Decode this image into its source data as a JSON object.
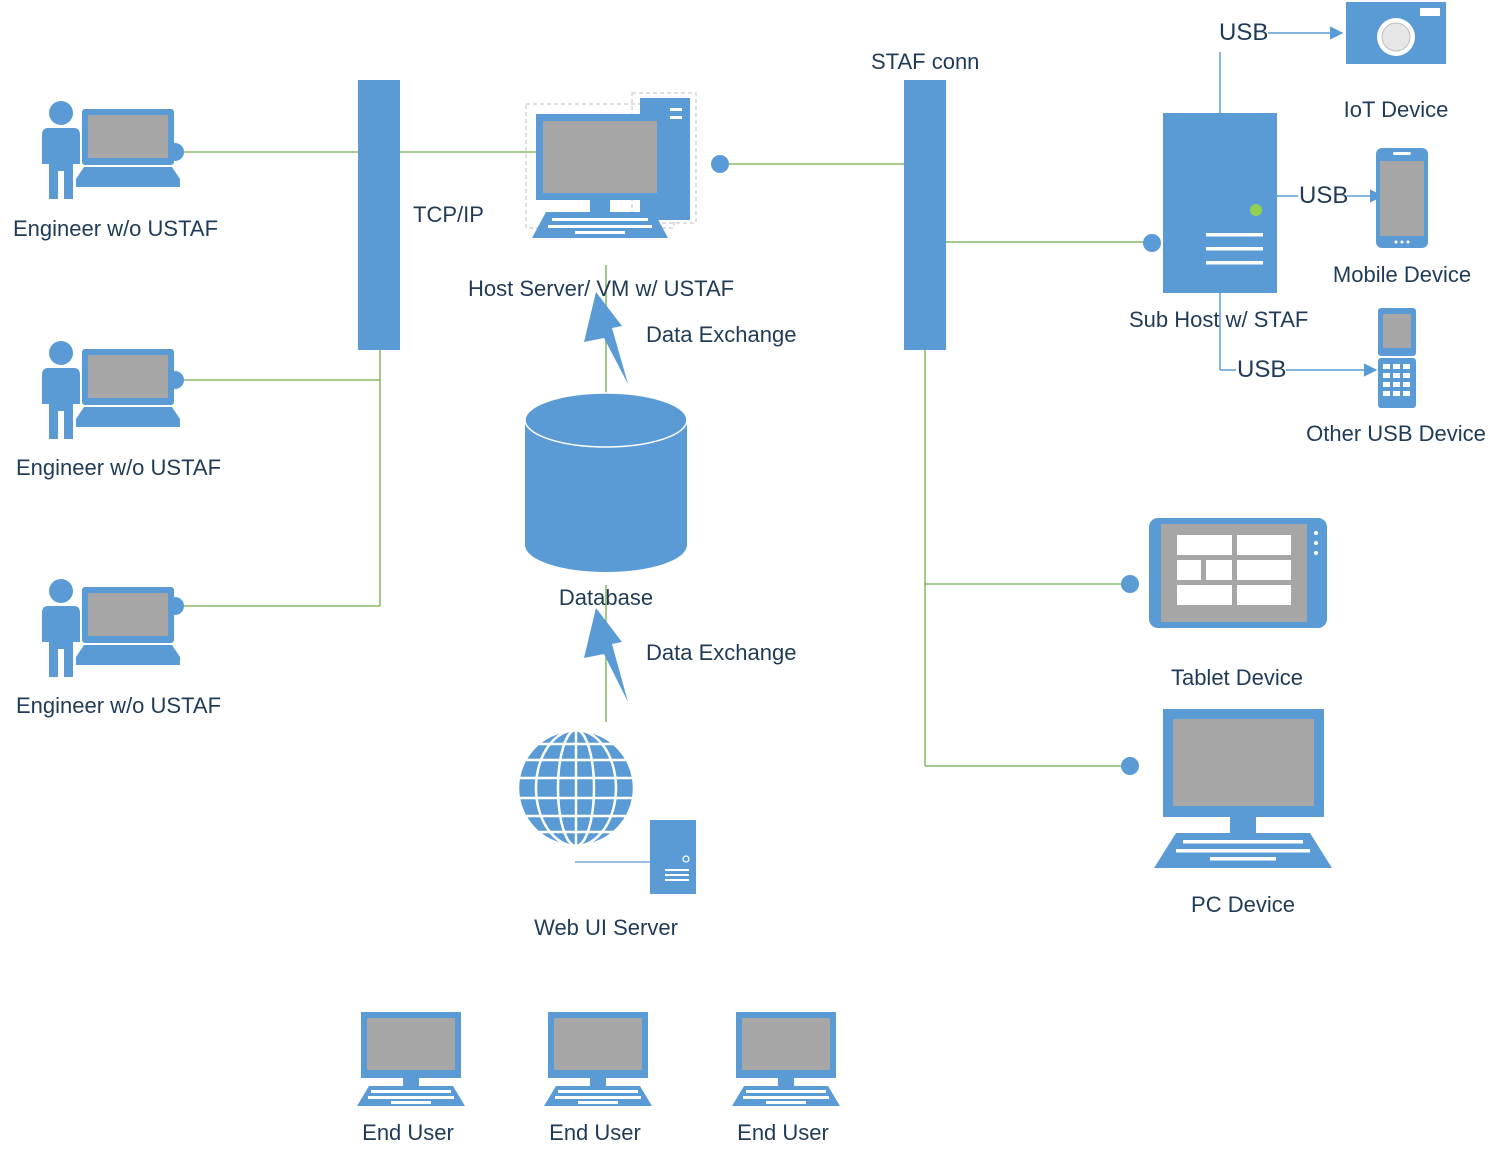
{
  "colors": {
    "device_blue": "#5b9bd5",
    "screen_gray": "#a6a6a6",
    "link_green": "#70ad47",
    "text": "#1f3b57",
    "status_led": "#92d050"
  },
  "engineers": [
    {
      "label": "Engineer w/o USTAF",
      "icon": "engineer-laptop-icon"
    },
    {
      "label": "Engineer w/o USTAF",
      "icon": "engineer-laptop-icon"
    },
    {
      "label": "Engineer w/o USTAF",
      "icon": "engineer-laptop-icon"
    }
  ],
  "network": {
    "tcpip_label": "TCP/IP",
    "staf_label": "STAF conn"
  },
  "host_server": {
    "label": "Host Server/ VM w/ USTAF",
    "icon": "host-server-icon"
  },
  "database": {
    "label": "Database",
    "icon": "database-icon"
  },
  "data_exchange": [
    "Data Exchange",
    "Data Exchange"
  ],
  "web_ui": {
    "label": "Web UI Server",
    "icon": "globe-server-icon"
  },
  "sub_host": {
    "label": "Sub Host w/ STAF",
    "icon": "tower-server-icon"
  },
  "usb_links": [
    "USB",
    "USB",
    "USB"
  ],
  "usb_devices": [
    {
      "label": "IoT Device",
      "icon": "camera-icon"
    },
    {
      "label": "Mobile Device",
      "icon": "mobile-phone-icon"
    },
    {
      "label": "Other USB Device",
      "icon": "usb-phone-icon"
    }
  ],
  "staf_devices": [
    {
      "label": "Tablet Device",
      "icon": "tablet-icon"
    },
    {
      "label": "PC Device",
      "icon": "pc-icon"
    }
  ],
  "end_users": [
    {
      "label": "End User",
      "icon": "pc-icon"
    },
    {
      "label": "End User",
      "icon": "pc-icon"
    },
    {
      "label": "End User",
      "icon": "pc-icon"
    }
  ]
}
